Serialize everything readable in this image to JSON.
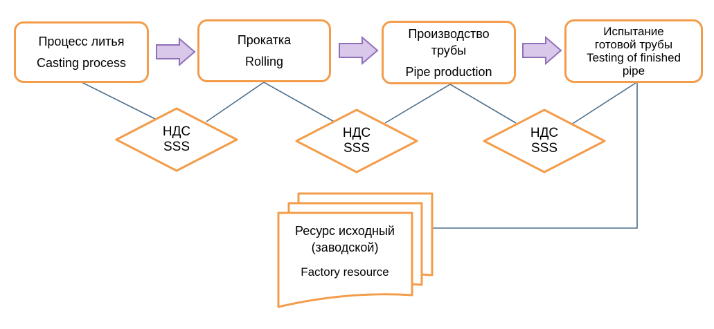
{
  "colors": {
    "box_border": "#f39c4a",
    "connector_line": "#4a6e8c",
    "arrow_fill": "#d9c8ea",
    "arrow_stroke": "#8e6fb8"
  },
  "processes": [
    {
      "line1": "Процесс литья",
      "line2": "Casting process"
    },
    {
      "line1": "Прокатка",
      "line2": "Rolling"
    },
    {
      "line1": "Производство",
      "line1b": "трубы",
      "line2": "Pipe production"
    },
    {
      "line1": "Испытание",
      "line1b": "готовой трубы",
      "line2": "Testing of finished",
      "line2b": "pipe"
    }
  ],
  "assessments": [
    {
      "line1": "НДС",
      "line2": "SSS"
    },
    {
      "line1": "НДС",
      "line2": "SSS"
    },
    {
      "line1": "НДС",
      "line2": "SSS"
    }
  ],
  "resource": {
    "line1": "Ресурс  исходный",
    "line2": "(заводской)",
    "line3": "Factory resource"
  }
}
